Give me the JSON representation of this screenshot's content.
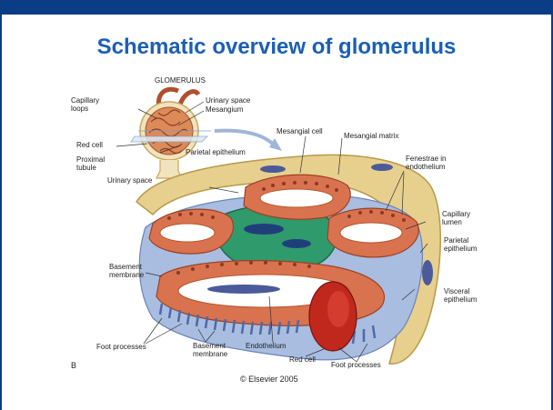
{
  "title": "Schematic overview of glomerulus",
  "colors": {
    "topbar": "#0b3d86",
    "title": "#1a5fb4",
    "capsule": "#e7cf8e",
    "capillary": "#d9734f",
    "mesangium": "#2f9a6c",
    "podocyte": "#a8bde0",
    "red_cell": "#c0281e"
  },
  "labels": {
    "glomerulus": "GLOMERULUS",
    "capillary_loops": "Capillary\nloops",
    "urinary_space_top": "Urinary space",
    "mesangium": "Mesangium",
    "red_cell_left": "Red cell",
    "parietal_epithelium_top": "Parietal epithelium",
    "proximal_tubule": "Proximal\ntubule",
    "urinary_space": "Urinary space",
    "mesangial_cell": "Mesangial cell",
    "mesangial_matrix": "Mesangial matrix",
    "fenestrae": "Fenestrae in\nendothelium",
    "capillary_lumen": "Capillary\nlumen",
    "parietal_epithelium_right": "Parietal\nepithelium",
    "basement_membrane_left": "Basement\nmembrane",
    "visceral_epithelium": "Visceral\nepithelium",
    "foot_processes_left": "Foot processes",
    "basement_membrane_bottom": "Basement\nmembrane",
    "endothelium": "Endothelium",
    "red_cell_bottom": "Red cell",
    "foot_processes_right": "Foot processes",
    "panel_letter": "B"
  },
  "copyright": "© Elsevier 2005"
}
